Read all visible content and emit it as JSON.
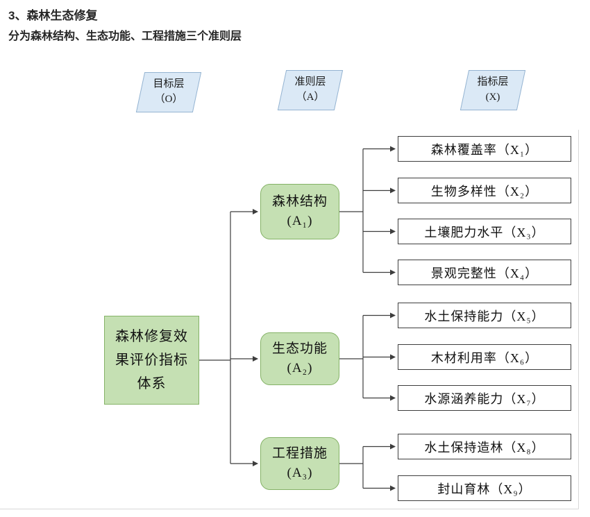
{
  "title": "3、森林生态修复",
  "subtitle": "分为森林结构、生态功能、工程措施三个准则层",
  "layers": [
    {
      "name": "目标层",
      "code": "（O）"
    },
    {
      "name": "准则层",
      "code": "（A）"
    },
    {
      "name": "指标层",
      "code": "(X)"
    }
  ],
  "goal": "森林修复效果评价指标体系",
  "criteria": [
    {
      "label": "森林结构",
      "code": "(A₁)"
    },
    {
      "label": "生态功能",
      "code": "(A₂)"
    },
    {
      "label": "工程措施",
      "code": "(A₃)"
    }
  ],
  "indicators": [
    "森林覆盖率（X₁）",
    "生物多样性（X₂）",
    "土壤肥力水平（X₃）",
    "景观完整性（X₄）",
    "水土保持能力（X₅）",
    "木材利用率（X₆）",
    "水源涵养能力（X₇）",
    "水土保持造林（X₈）",
    "封山育林（X₉）"
  ],
  "colors": {
    "parallelogram_fill": "#dbe9f6",
    "parallelogram_border": "#94b3d1",
    "green_fill": "#c5e0b3",
    "green_border": "#84b266",
    "box_border": "#3d3d3d",
    "connector": "#3d3d3d",
    "title_text": "#262626"
  }
}
